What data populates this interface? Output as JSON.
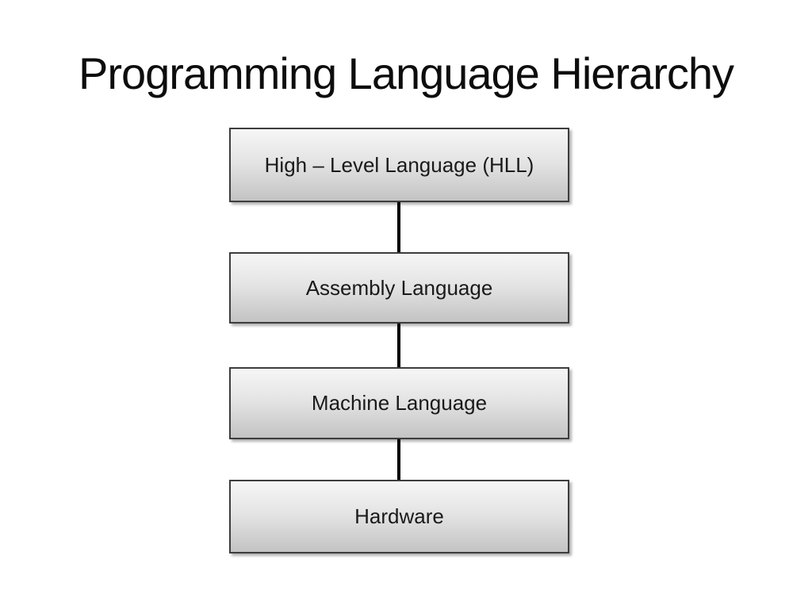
{
  "slide": {
    "title": "Programming Language Hierarchy"
  },
  "diagram": {
    "type": "vertical-hierarchy",
    "boxes": [
      {
        "label": "High – Level Language (HLL)"
      },
      {
        "label": "Assembly Language"
      },
      {
        "label": "Machine Language"
      },
      {
        "label": "Hardware"
      }
    ],
    "connectors": 3
  },
  "colors": {
    "background": "#ffffff",
    "title_text": "#0d0d0d",
    "box_text": "#1a1a1a",
    "box_border": "#3d3d3d",
    "box_gradient_top": "#f6f6f6",
    "box_gradient_mid": "#e3e3e3",
    "box_gradient_bottom": "#c3c3c3",
    "connector": "#000000"
  }
}
